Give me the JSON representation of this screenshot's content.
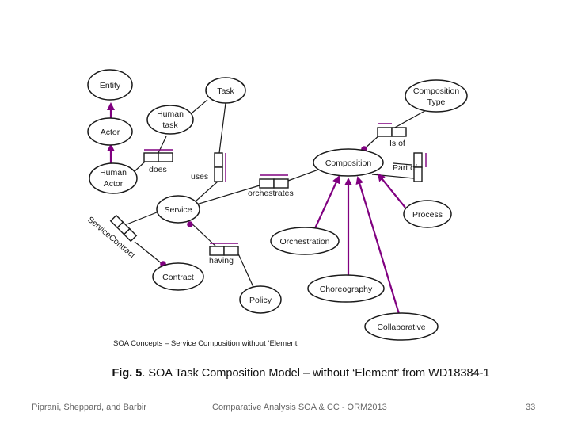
{
  "nodes": {
    "entity": "Entity",
    "actor": "Actor",
    "human_actor": [
      "Human",
      "Actor"
    ],
    "human_task": [
      "Human",
      "task"
    ],
    "task": "Task",
    "composition_type": [
      "Composition",
      "Type"
    ],
    "composition": "Composition",
    "service": "Service",
    "process": "Process",
    "orchestration": "Orchestration",
    "choreography": "Choreography",
    "collaborative": "Collaborative",
    "contract": "Contract",
    "policy": "Policy"
  },
  "relations": {
    "does": "does",
    "uses": "uses",
    "orchestrates": "orchestrates",
    "is_of": "Is of",
    "part_of": "Part of",
    "having": "having",
    "service_contract": "ServiceContract"
  },
  "diagram_caption": "SOA Concepts – Service Composition without ‘Element’",
  "figure_caption": {
    "label": "Fig. 5",
    "text": ". SOA Task Composition Model – without ‘Element’ from WD18384-1"
  },
  "footer": {
    "authors": "Piprani,  Sheppard, and  Barbir",
    "title": "Comparative Analysis SOA & CC - ORM2013",
    "page": "33"
  },
  "colors": {
    "accent": "#800080",
    "line": "#1a1a1a"
  }
}
